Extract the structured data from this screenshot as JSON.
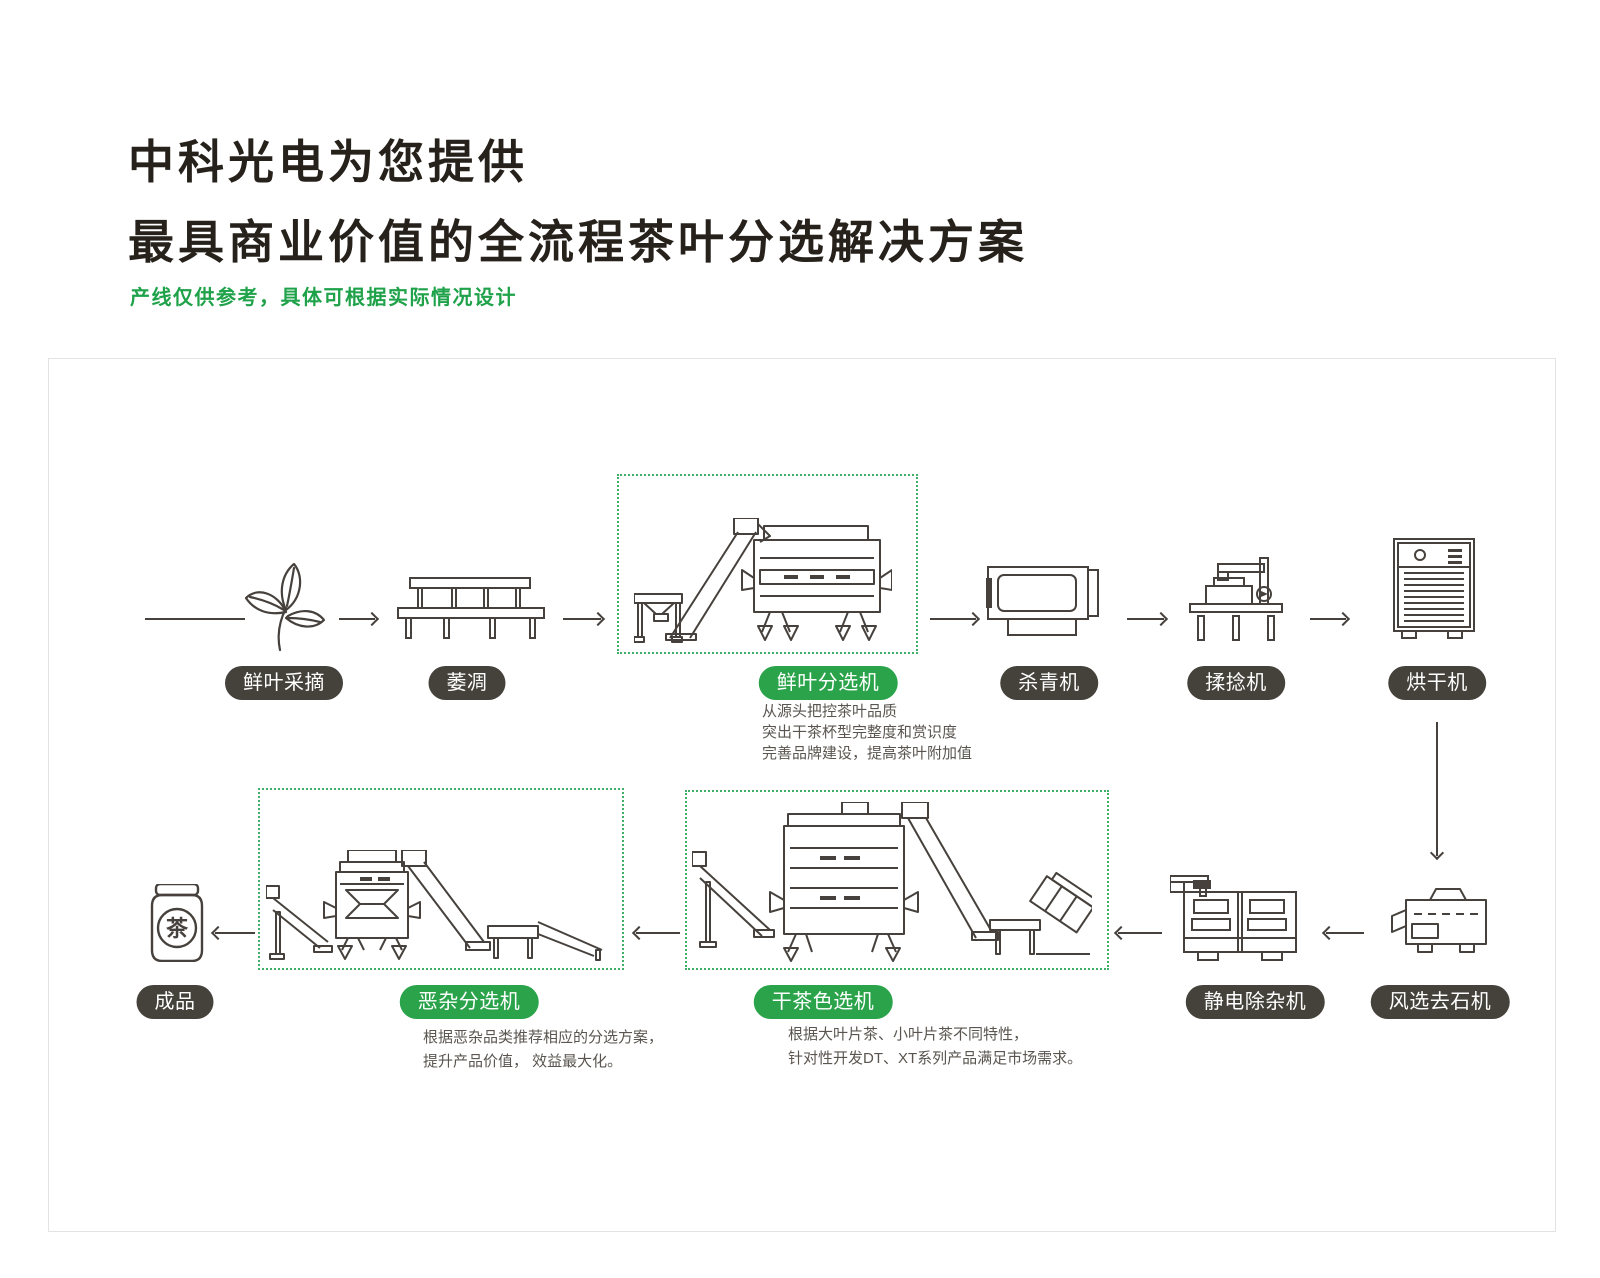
{
  "header": {
    "title_line1": "中科光电为您提供",
    "title_line2": "最具商业价值的全流程茶叶分选解决方案",
    "subtitle": "产线仅供参考，具体可根据实际情况设计"
  },
  "flow": {
    "stages": [
      {
        "label": "鲜叶采摘",
        "style": "dark"
      },
      {
        "label": "萎凋",
        "style": "dark"
      },
      {
        "label": "鲜叶分选机",
        "style": "green",
        "desc": [
          "从源头把控茶叶品质",
          "突出干茶杯型完整度和赏识度",
          "完善品牌建设，提高茶叶附加值"
        ]
      },
      {
        "label": "杀青机",
        "style": "dark"
      },
      {
        "label": "揉捻机",
        "style": "dark"
      },
      {
        "label": "烘干机",
        "style": "dark"
      },
      {
        "label": "风选去石机",
        "style": "dark"
      },
      {
        "label": "静电除杂机",
        "style": "dark"
      },
      {
        "label": "干茶色选机",
        "style": "green",
        "desc": [
          "根据大叶片茶、小叶片茶不同特性，",
          "针对性开发DT、XT系列产品满足市场需求。"
        ]
      },
      {
        "label": "恶杂分选机",
        "style": "green",
        "desc": [
          "根据恶杂品类推荐相应的分选方案，",
          "提升产品价值， 效益最大化。"
        ]
      },
      {
        "label": "成品",
        "style": "dark"
      }
    ],
    "jar_char": "茶"
  },
  "colors": {
    "accent_green": "#2aa34b",
    "badge_dark": "#45413b",
    "dashed_border": "#3fae66",
    "line_art": "#46413c"
  }
}
